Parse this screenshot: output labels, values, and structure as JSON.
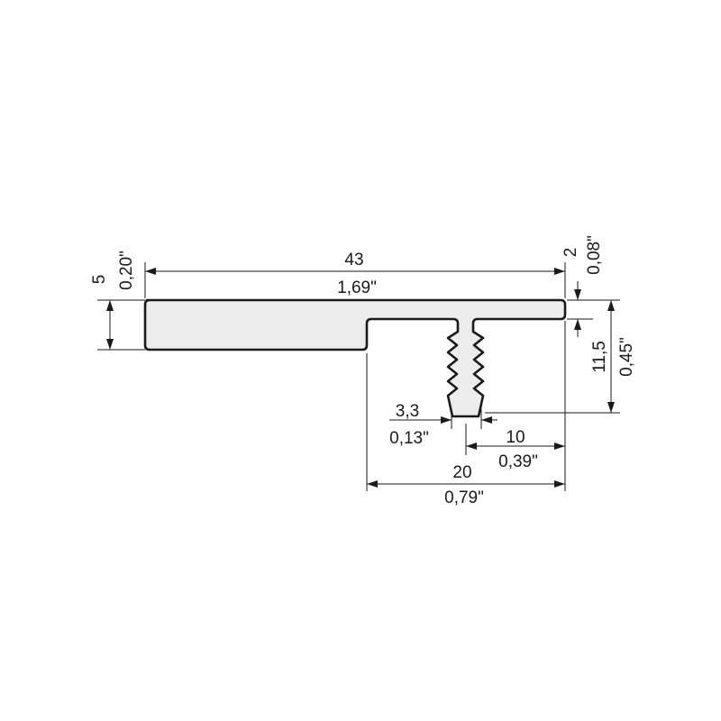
{
  "drawing": {
    "overall_width": {
      "mm": "43",
      "inch": "1,69\""
    },
    "top_thickness": {
      "mm": "5",
      "inch": "0,20\""
    },
    "lip_offset": {
      "mm": "2",
      "inch": "0,08\""
    },
    "total_height": {
      "mm": "11,5",
      "inch": "0,45\""
    },
    "tongue_width": {
      "mm": "3,3",
      "inch": "0,13\""
    },
    "tongue_offset": {
      "mm": "10",
      "inch": "0,39\""
    },
    "step_width": {
      "mm": "20",
      "inch": "0,79\""
    }
  },
  "colors": {
    "profile_fill": "#ececec",
    "line": "#1a1a1a",
    "background": "#ffffff"
  }
}
